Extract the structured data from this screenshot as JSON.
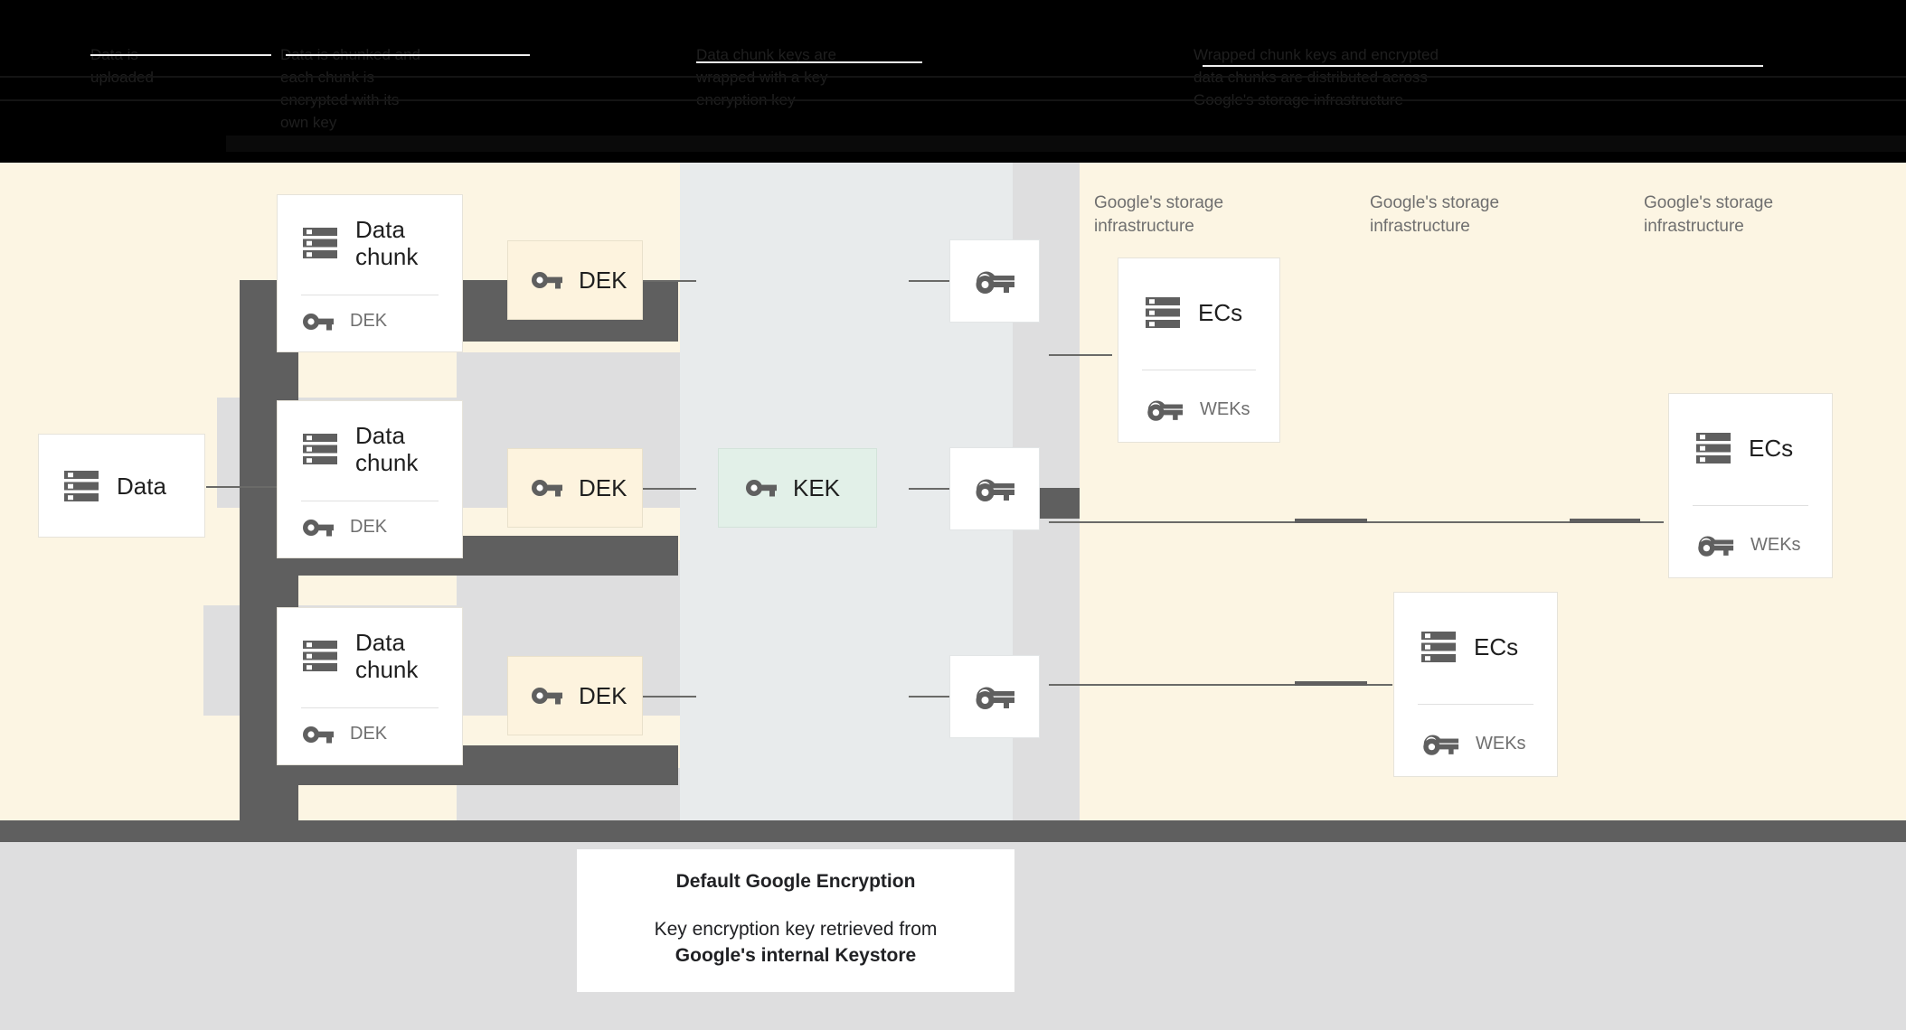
{
  "header": {
    "obscured": true,
    "columns": [
      {
        "text": "Data is\nuploaded",
        "note": "redacted-dark-text"
      },
      {
        "text": "Data is chunked and\neach chunk is\nencrypted with its\nown key",
        "note": "redacted-dark-text"
      },
      {
        "text": "Data chunk keys are\nwrapped with a key\nencryption key",
        "note": "redacted-dark-text"
      },
      {
        "text": "Wrapped chunk keys and encrypted\ndata chunks are distributed across\nGoogle's storage infrastructure",
        "note": "redacted-dark-text"
      }
    ]
  },
  "diagram": {
    "source": {
      "title": "Data",
      "icon": "storage-icon"
    },
    "chunks": [
      {
        "title": "Data\nchunk",
        "icon": "storage-icon",
        "sub_label": "DEK",
        "sub_icon": "key-icon"
      },
      {
        "title": "Data\nchunk",
        "icon": "storage-icon",
        "sub_label": "DEK",
        "sub_icon": "key-icon"
      },
      {
        "title": "Data\nchunk",
        "icon": "storage-icon",
        "sub_label": "DEK",
        "sub_icon": "key-icon"
      }
    ],
    "deks": [
      {
        "label": "DEK",
        "icon": "key-icon"
      },
      {
        "label": "DEK",
        "icon": "key-icon"
      },
      {
        "label": "DEK",
        "icon": "key-icon"
      }
    ],
    "kek": {
      "label": "KEK",
      "icon": "key-icon"
    },
    "weks": [
      {
        "icon": "double-key-icon"
      },
      {
        "icon": "double-key-icon"
      },
      {
        "icon": "double-key-icon"
      }
    ],
    "infra_labels": [
      "Google's storage\ninfrastructure",
      "Google's storage\ninfrastructure",
      "Google's storage\ninfrastructure"
    ],
    "ec_cards": [
      {
        "title": "ECs",
        "icon": "storage-icon",
        "sub_label": "WEKs",
        "sub_icon": "double-key-icon"
      },
      {
        "title": "ECs",
        "icon": "storage-icon",
        "sub_label": "WEKs",
        "sub_icon": "double-key-icon"
      },
      {
        "title": "ECs",
        "icon": "storage-icon",
        "sub_label": "WEKs",
        "sub_icon": "double-key-icon"
      }
    ]
  },
  "caption": {
    "title": "Default Google Encryption",
    "body_line1": "Key encryption key retrieved from",
    "body_line2": "Google's internal Keystore"
  },
  "colors": {
    "canvas": "#fcf5e3",
    "mid_band": "#e8ebec",
    "kek_box": "#e2f0e8",
    "dek_box": "#fdf3de",
    "bar_dark": "#5f5f5f",
    "strip_grey": "#dededf",
    "text": "#1f1f1f",
    "muted_text": "#6f6f6f"
  }
}
